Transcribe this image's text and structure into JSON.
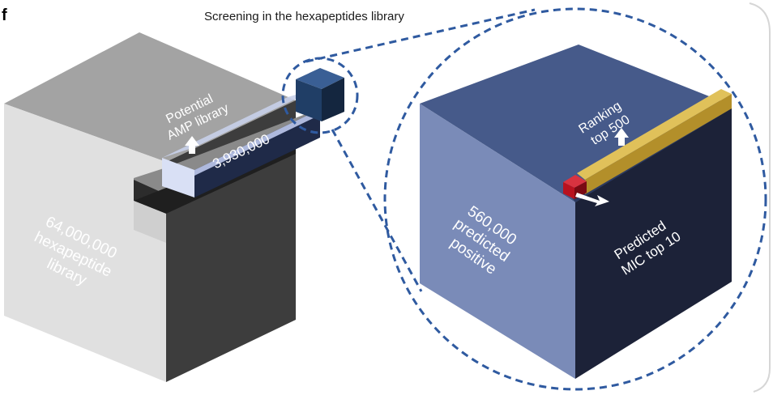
{
  "panel_label": "f",
  "title": "Screening in the hexapeptides library",
  "big_cube": {
    "label_lines": [
      "64,000,000",
      "hexapeptide",
      "library"
    ]
  },
  "extracted_bar": {
    "header_lines": [
      "Potential",
      "AMP library"
    ],
    "value": "3,930,000"
  },
  "zoom_cube": {
    "label_lines": [
      "560,000",
      "predicted",
      "positive"
    ],
    "ranking_lines": [
      "Ranking",
      "top 500"
    ],
    "mic_lines": [
      "Predicted",
      "MIC top 10"
    ]
  },
  "colors": {
    "big_top": "#a3a3a3",
    "big_left": "#e0e0e0",
    "big_right": "#3d3d3d",
    "bar": "#aeb9dd",
    "small_cube": "#203e66",
    "dashed": "#2f5aa0",
    "zoom_top": "#465a8a",
    "zoom_left": "#7a8bb8",
    "zoom_right": "#1c2238",
    "gold_bar": "#c9a43a",
    "red_cube": "#b8121f"
  },
  "icons": [
    "up-arrow-icon",
    "up-arrow-icon",
    "right-arrow-icon"
  ]
}
